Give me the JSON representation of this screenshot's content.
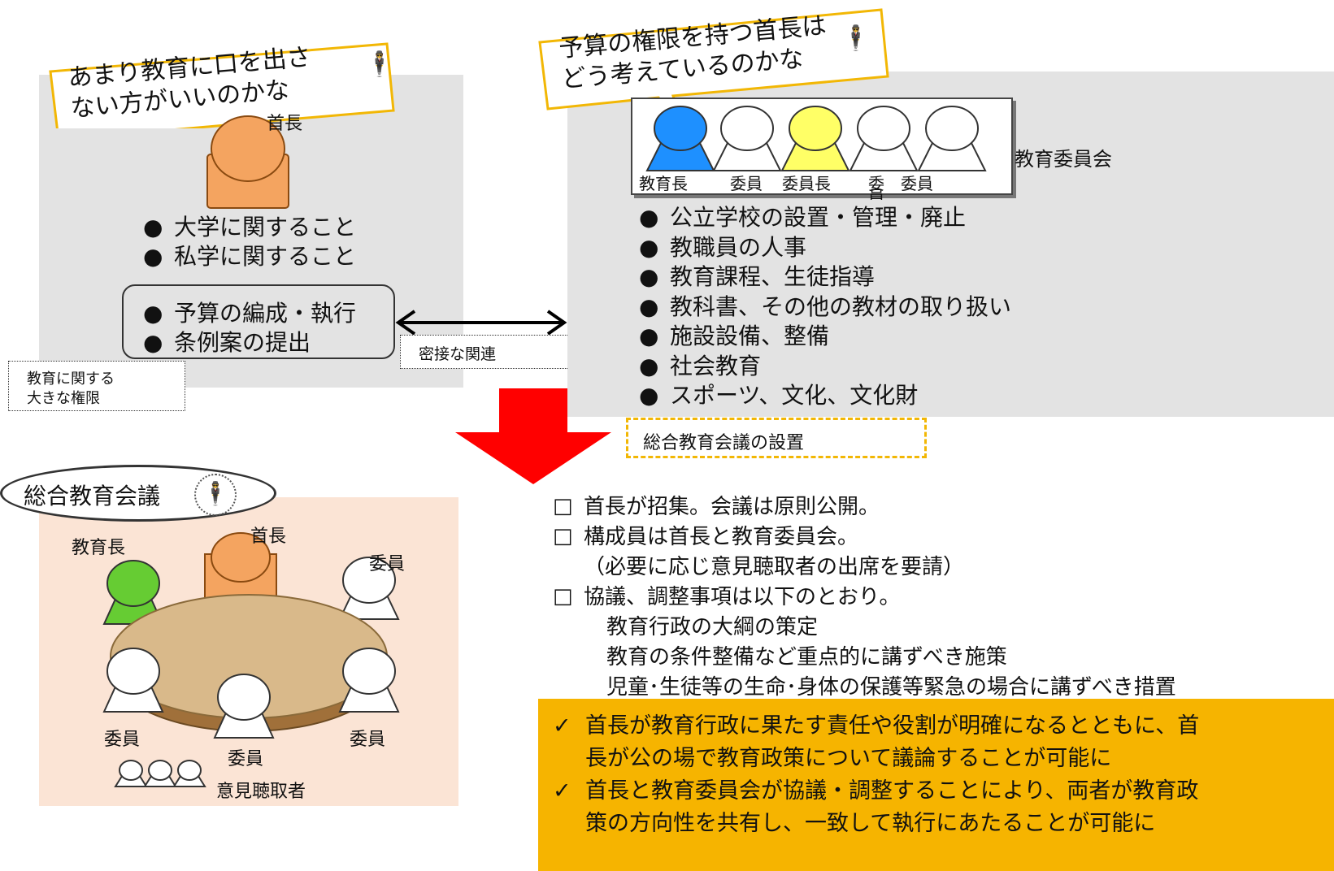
{
  "colors": {
    "callout_border": "#f2b705",
    "gray_panel": "#e3e3e3",
    "peach_panel": "#fbe4d5",
    "arrow_red": "#ff0000",
    "banner": "#f6b400",
    "head_orange": "#f4a460",
    "head_blue": "#1e90ff",
    "head_yellow": "#ffff66",
    "head_green": "#66cc33",
    "table_wood": "#d9b98a"
  },
  "left_callout": {
    "line1": "あまり教育に口を出さ",
    "line2": "ない方がいいのかな"
  },
  "right_callout": {
    "line1": "予算の権限を持つ首長は",
    "line2": "どう考えているのかな"
  },
  "mayor_top": {
    "label": "首長"
  },
  "mayor_powers": {
    "items": [
      "大学に関すること",
      "私学に関すること"
    ]
  },
  "budget_box": {
    "items": [
      "予算の編成・執行",
      "条例案の提出"
    ]
  },
  "big_power_note": {
    "line1": "教育に関する",
    "line2": "大きな権限"
  },
  "connection": {
    "label": "密接な関連"
  },
  "board": {
    "title": "教育委員会",
    "members": [
      "教育長",
      "委員",
      "委員長",
      "委",
      "委員"
    ],
    "fragment": "員",
    "duties": [
      "公立学校の設置・管理・廃止",
      "教職員の人事",
      "教育課程、生徒指導",
      "教科書、その他の教材の取り扱い",
      "施設設備、整備",
      "社会教育",
      "スポーツ、文化、文化財"
    ]
  },
  "establish": {
    "label": "総合教育会議の設置"
  },
  "council": {
    "title": "総合教育会議",
    "labels": {
      "superintendent": "教育長",
      "mayor": "首長",
      "member_tr": "委員",
      "member_bl": "委員",
      "member_bc": "委員",
      "member_br": "委員",
      "hearers": "意見聴取者"
    }
  },
  "description": {
    "items": [
      "首長が招集。会議は原則公開。",
      "構成員は首長と教育委員会。"
    ],
    "note": "（必要に応じ意見聴取者の出席を要請）",
    "item3": "協議、調整事項は以下のとおり。",
    "subs": [
      "教育行政の大綱の策定",
      "教育の条件整備など重点的に講ずべき施策",
      "児童･生徒等の生命･身体の保護等緊急の場合に講ずべき措置"
    ]
  },
  "outcomes": {
    "mark": "✓",
    "items": [
      {
        "line1": "首長が教育行政に果たす責任や役割が明確になるとともに、首",
        "line2": "長が公の場で教育政策について議論することが可能に"
      },
      {
        "line1": "首長と教育委員会が協議・調整することにより、両者が教育政",
        "line2": "策の方向性を共有し、一致して執行にあたることが可能に"
      }
    ]
  }
}
